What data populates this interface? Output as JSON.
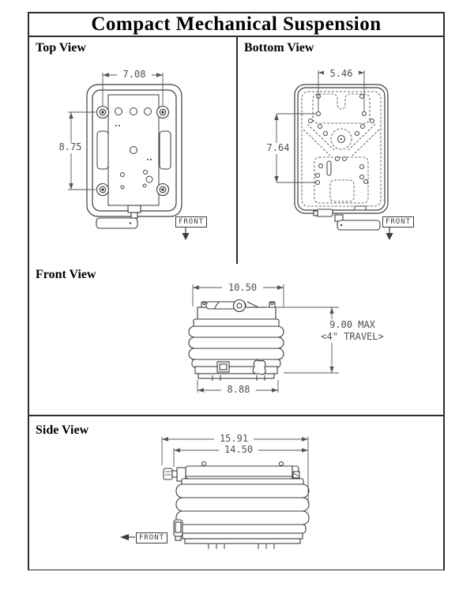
{
  "title": "Compact Mechanical Suspension",
  "panels": {
    "top": {
      "label": "Top View",
      "dim_width": "7.08",
      "dim_height": "8.75",
      "front_label": "FRONT"
    },
    "bottom": {
      "label": "Bottom View",
      "dim_width": "5.46",
      "dim_height": "7.64",
      "front_label": "FRONT"
    },
    "front": {
      "label": "Front View",
      "dim_width_top": "10.50",
      "dim_width_bottom": "8.88",
      "dim_height_line1": "9.00 MAX",
      "dim_height_line2": "<4\" TRAVEL>"
    },
    "side": {
      "label": "Side View",
      "dim_width_outer": "15.91",
      "dim_width_inner": "14.50",
      "front_label": "FRONT"
    }
  },
  "colors": {
    "frame_line": "#2d2d2d",
    "drawing_line": "#3c3c3c",
    "dim_line": "#555555",
    "dim_text": "#4f4f4f",
    "background": "#ffffff"
  }
}
